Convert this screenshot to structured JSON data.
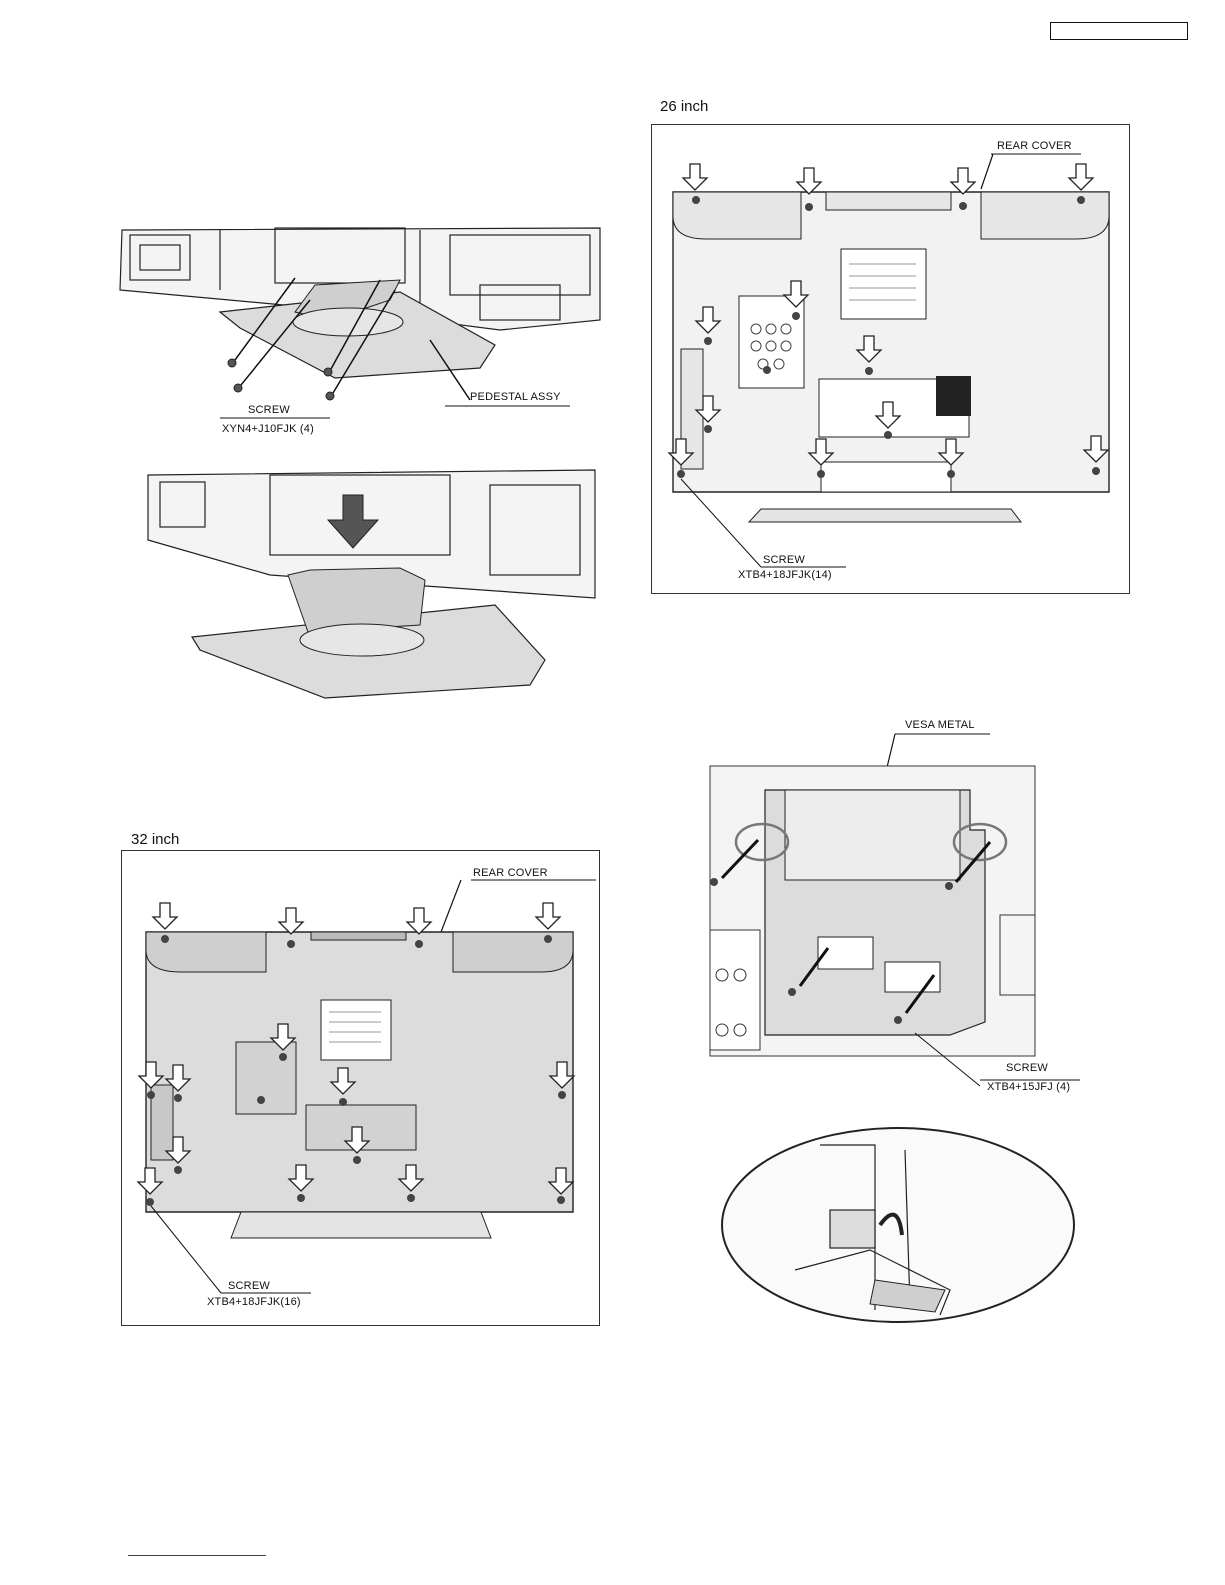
{
  "header": {
    "doc_number": ""
  },
  "pedestal": {
    "label": "PEDESTAL ASSY",
    "screw_label": "SCREW",
    "screw_part": "XYN4+J10FJK (4)"
  },
  "tv32": {
    "size_label": "32 inch",
    "cover_label": "REAR COVER",
    "screw_label": "SCREW",
    "screw_part": "XTB4+18JFJK(16)"
  },
  "tv26": {
    "size_label": "26 inch",
    "cover_label": "REAR COVER",
    "screw_label": "SCREW",
    "screw_part": "XTB4+18JFJK(14)"
  },
  "vesa": {
    "metal_label": "VESA METAL",
    "screw_label": "SCREW",
    "screw_part": "XTB4+15JFJ (4)"
  },
  "icons": [
    "down-arrow-icon",
    "screw-icon"
  ],
  "colors": {
    "line": "#222222",
    "panel_fill": "#dcdcdc",
    "footer_link": "#1f3fb0"
  }
}
